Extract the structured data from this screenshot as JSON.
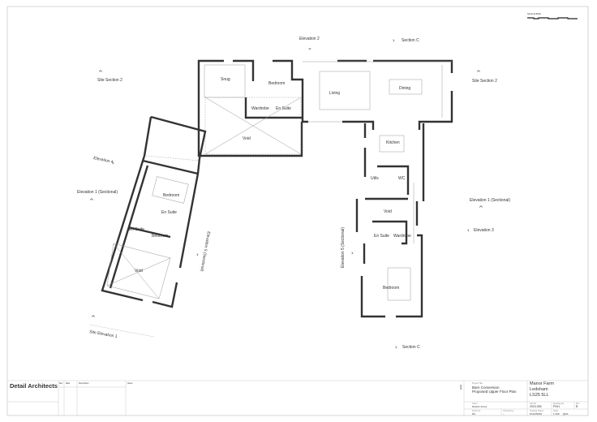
{
  "sheet": {
    "scale_bar_label": "SCALE BAR"
  },
  "markers": {
    "elevation_2": "Elevation 2",
    "section_c_top": "Section C",
    "section_c_bottom": "Section C",
    "site_section_2_left": "Site Section 2",
    "site_section_2_right": "Site Section 2",
    "elevation_4": "Elevation 4",
    "elevation_1_left": "Elevation 1 (Sectional)",
    "elevation_1_right": "Elevation 1 (Sectional)",
    "elevation_3": "Elevation 3",
    "elevation_5_left": "Elevation 5 (Sectional)",
    "elevation_5_right": "Elevation 5 (Sectional)",
    "site_elevation_1": "Site Elevation 1"
  },
  "rooms": {
    "snug": "Snug",
    "bedroom_north": "Bedroom",
    "living": "Living",
    "dining": "Dining",
    "wardrobe_north": "Wardrobe",
    "en_suite_north": "En Suite",
    "void_north": "Void",
    "kitchen": "Kitchen",
    "bedroom_west_1": "Bedroom",
    "en_suite_west_1": "En Suite",
    "en_suite_west_2": "En Suite",
    "bedroom_west_2": "Bedroom",
    "void_west": "Void",
    "utils": "Utils",
    "wc": "WC",
    "void_east": "Void",
    "en_suite_east": "En Suite",
    "wardrobe_east": "Wardrobe",
    "bedroom_east": "Bedroom"
  },
  "title_block": {
    "company": "Detail Architects",
    "col_rev": "Rev",
    "col_date": "Date",
    "col_description": "Description",
    "col_notes": "Notes",
    "project_title_label": "Project Title",
    "project_title_1": "Barn Conversion",
    "project_title_2": "Proposed Upper Floor Plan",
    "client_label": "Client",
    "client": "Rachel Jones",
    "drawn_label": "Drawn by",
    "drawn": "DA",
    "checked_label": "Checked by",
    "checked": "–",
    "address_1": "Manor Farm",
    "address_2": "Ledsham",
    "address_3": "LS25 5LL",
    "job_no_label": "Job No.",
    "job_no": "2024-082",
    "drawing_no_label": "Drawing No.",
    "drawing_no": "P041",
    "rev_label": "Rev",
    "rev": "B",
    "status_label": "Drawing Status",
    "status": "PLANNING",
    "scale_label": "Scale",
    "scale": "1:100",
    "paper": "@A1"
  }
}
